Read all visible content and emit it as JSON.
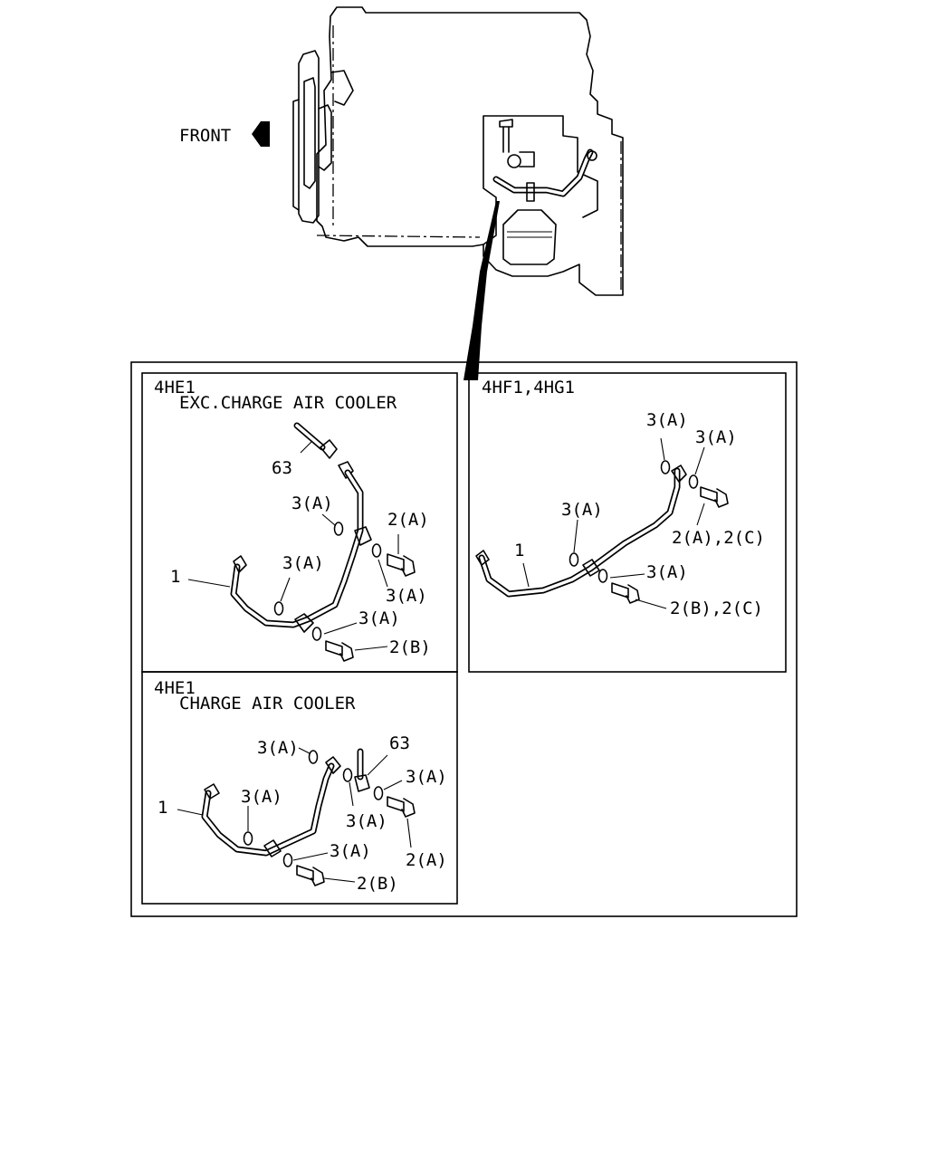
{
  "overview": {
    "front_label": "FRONT"
  },
  "panels": [
    {
      "id": "4he1-exc",
      "title_line1": "4HE1",
      "title_line2": "EXC.CHARGE AIR COOLER",
      "callouts": [
        "63",
        "3(A)",
        "2(A)",
        "1",
        "3(A)",
        "3(A)",
        "3(A)",
        "2(B)"
      ]
    },
    {
      "id": "4hf1-4hg1",
      "title_line1": "4HF1,4HG1",
      "title_line2": "",
      "callouts": [
        "3(A)",
        "3(A)",
        "3(A)",
        "2(A),2(C)",
        "1",
        "3(A)",
        "2(B),2(C)"
      ]
    },
    {
      "id": "4he1-cac",
      "title_line1": "4HE1",
      "title_line2": "CHARGE AIR COOLER",
      "callouts": [
        "3(A)",
        "63",
        "3(A)",
        "1",
        "3(A)",
        "3(A)",
        "3(A)",
        "2(A)",
        "2(B)"
      ]
    }
  ]
}
